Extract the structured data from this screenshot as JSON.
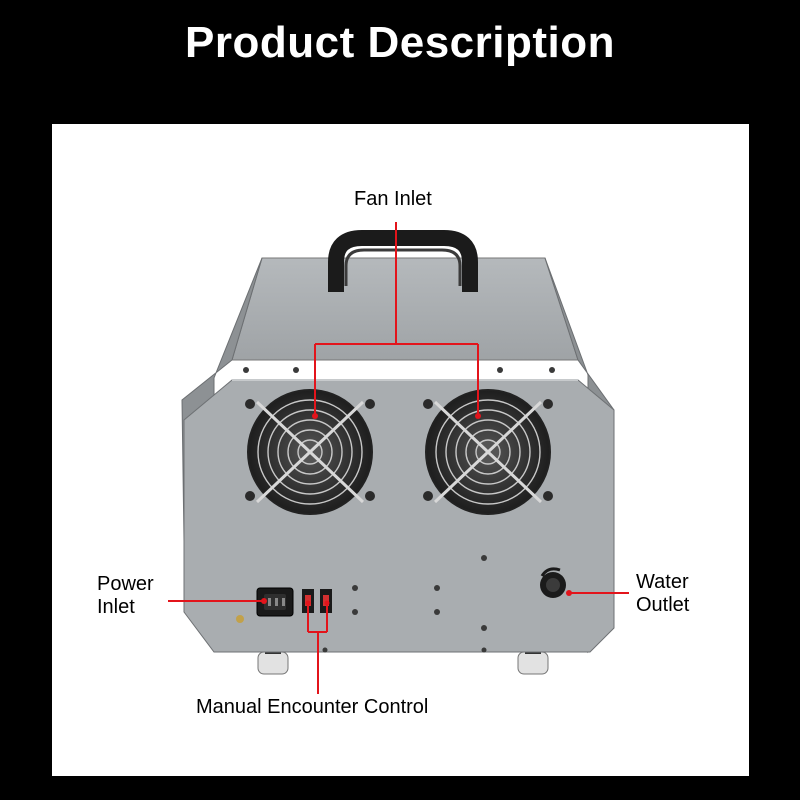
{
  "header": {
    "title": "Product Description"
  },
  "callouts": {
    "fan_inlet": "Fan Inlet",
    "power_inlet_line1": "Power",
    "power_inlet_line2": "Inlet",
    "water_outlet_line1": "Water",
    "water_outlet_line2": "Outlet",
    "manual_control": "Manual Encounter Control"
  },
  "colors": {
    "background": "#000000",
    "panel": "#ffffff",
    "callout_line": "#e3141b",
    "machine_body": "#a9adb0"
  }
}
